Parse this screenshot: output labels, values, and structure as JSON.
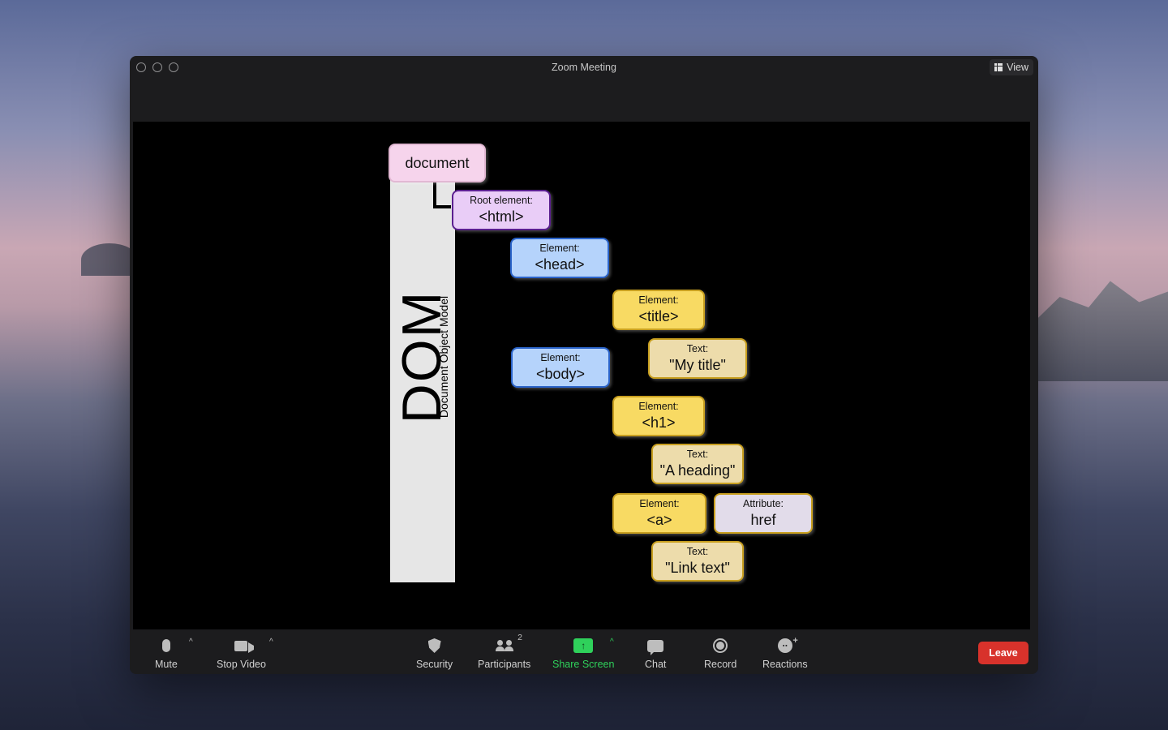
{
  "window": {
    "title": "Zoom Meeting",
    "view_label": "View"
  },
  "slide": {
    "title": "DOM",
    "subtitle": "Document Object Model",
    "nodes": {
      "document": {
        "value": "document"
      },
      "html": {
        "label": "Root element:",
        "value": "<html>"
      },
      "head": {
        "label": "Element:",
        "value": "<head>"
      },
      "title": {
        "label": "Element:",
        "value": "<title>"
      },
      "mytitle": {
        "label": "Text:",
        "value": "\"My title\""
      },
      "body": {
        "label": "Element:",
        "value": "<body>"
      },
      "h1": {
        "label": "Element:",
        "value": "<h1>"
      },
      "heading": {
        "label": "Text:",
        "value": "\"A heading\""
      },
      "a": {
        "label": "Element:",
        "value": "<a>"
      },
      "href": {
        "label": "Attribute:",
        "value": "href"
      },
      "link": {
        "label": "Text:",
        "value": "\"Link text\""
      }
    }
  },
  "toolbar": {
    "mute": "Mute",
    "stop_video": "Stop Video",
    "security": "Security",
    "participants": "Participants",
    "participant_count": "2",
    "share_screen": "Share Screen",
    "chat": "Chat",
    "record": "Record",
    "reactions": "Reactions",
    "leave": "Leave"
  },
  "colors": {
    "share_accent": "#2fd15b",
    "leave_red": "#d8322b",
    "element_yellow": "#f8da63",
    "element_blue": "#b5d3fb",
    "root_purple": "#e9cdf7",
    "document_pink": "#f6d4ec"
  },
  "icons": [
    "grid-icon",
    "microphone-icon",
    "video-camera-icon",
    "caret-up-icon",
    "shield-icon",
    "participants-icon",
    "share-screen-icon",
    "chat-icon",
    "record-icon",
    "reactions-icon"
  ]
}
